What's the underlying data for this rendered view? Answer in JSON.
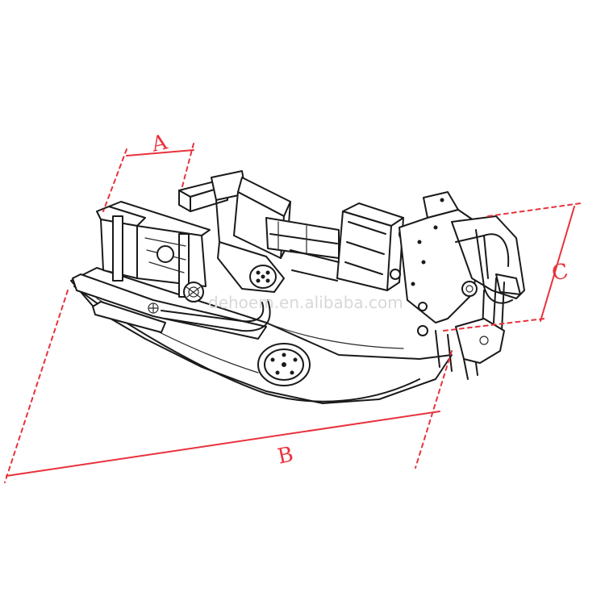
{
  "diagram": {
    "labels": {
      "a": "A",
      "b": "B",
      "c": "C"
    },
    "watermark": "dehoem.en.alibaba.com",
    "colors": {
      "dimension": "#e8323c",
      "ink": "#1a1a1a",
      "watermark": "#d8d8d8"
    }
  }
}
